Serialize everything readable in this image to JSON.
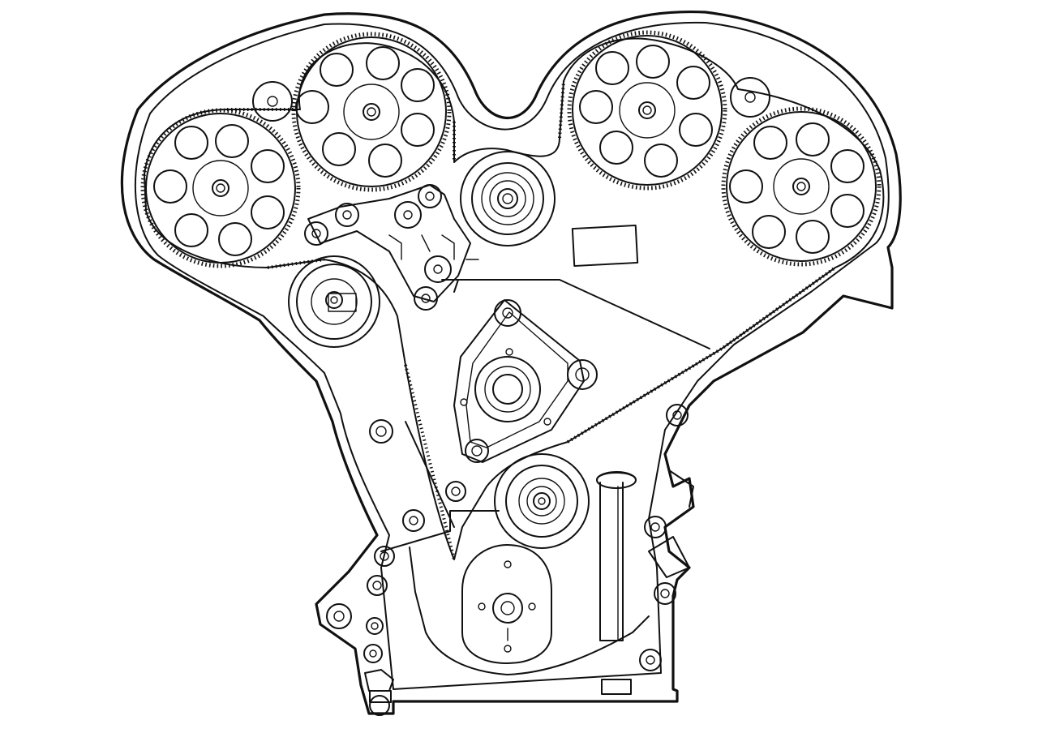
{
  "diagram": {
    "kind": "timing-belt-layout",
    "line_color": "#111111",
    "background": "#ffffff",
    "parts": {
      "camshaft_sprockets": 4,
      "idler_pulleys": 2,
      "tensioner": 1,
      "water_pump": 1,
      "crankshaft_sprocket": 1,
      "oil_pump": 1,
      "dipstick_tube": 1
    }
  }
}
